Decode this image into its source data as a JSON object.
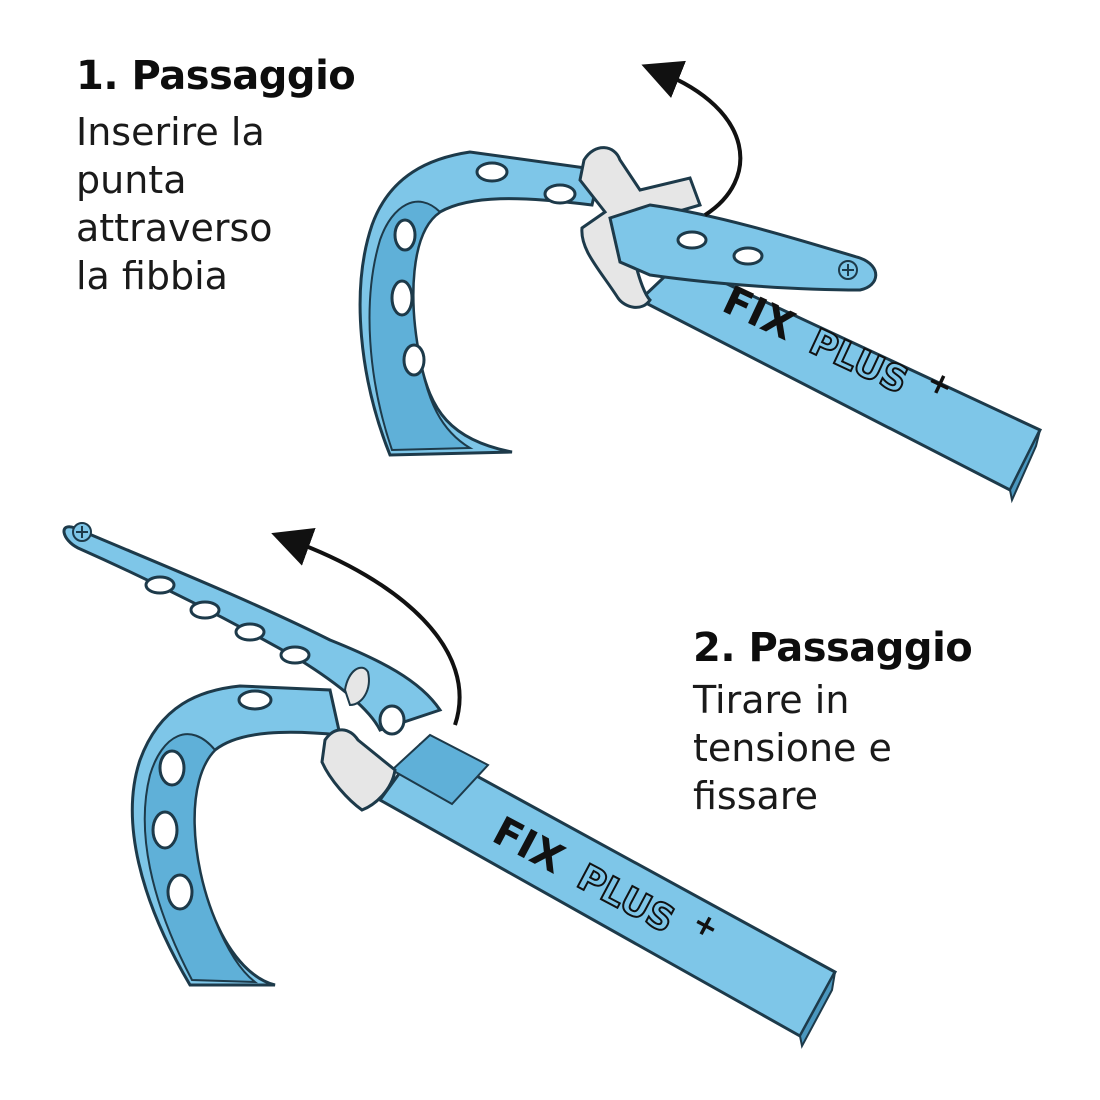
{
  "steps": [
    {
      "title": "1. Passaggio",
      "lines": [
        "Inserire la",
        "punta",
        "attraverso",
        "la fibbia"
      ]
    },
    {
      "title": "2. Passaggio",
      "lines": [
        "Tirare in",
        "tensione e",
        "fissare"
      ]
    }
  ],
  "brand": {
    "fix": "FIX",
    "plus": "PLUS",
    "plus_sign": "+"
  },
  "colors": {
    "strap": "#7ec6e8",
    "strap_dark": "#4a97bf",
    "outline": "#1d3a4a",
    "buckle": "#e6e6e6",
    "arrow": "#111111"
  }
}
